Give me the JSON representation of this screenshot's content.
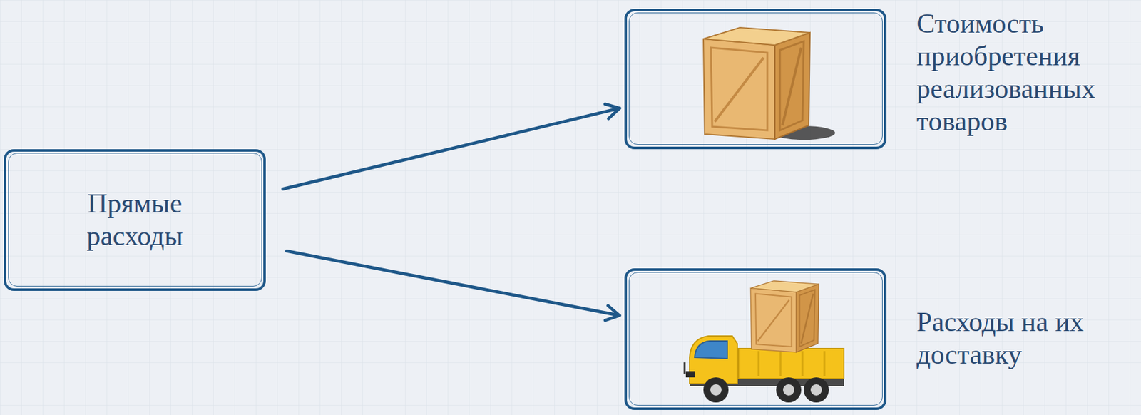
{
  "diagram": {
    "nodes": [
      {
        "text": [
          "Прямые расходы"
        ]
      },
      {
        "text": [
          "Стоимость приобретения реализованных товаров"
        ]
      },
      {
        "text": [
          "Расходы на их доставку"
        ]
      }
    ],
    "edges": [
      {
        "from": 0,
        "to": 1,
        "arrow": "to"
      },
      {
        "from": 0,
        "to": 2,
        "arrow": "to"
      }
    ]
  }
}
